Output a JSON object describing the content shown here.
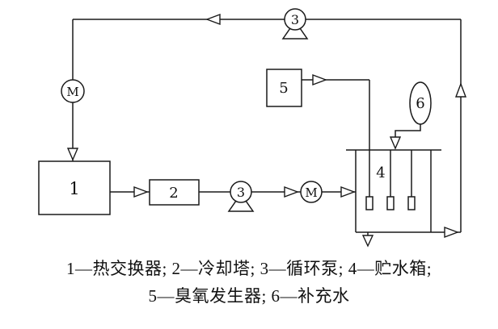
{
  "diagram": {
    "labels": {
      "heat_exchanger": "1",
      "cooling_tower": "2",
      "pump_top": "3",
      "pump_mid": "3",
      "storage_tank": "4",
      "ozone_generator": "5",
      "makeup_water": "6",
      "motor_left": "M",
      "motor_mid": "M"
    },
    "caption_line1": "1—热交换器; 2—冷却塔; 3—循环泵; 4—贮水箱;",
    "caption_line2": "5—臭氧发生器; 6—补充水",
    "colors": {
      "line": "#1a1a1a",
      "background": "#ffffff"
    }
  }
}
